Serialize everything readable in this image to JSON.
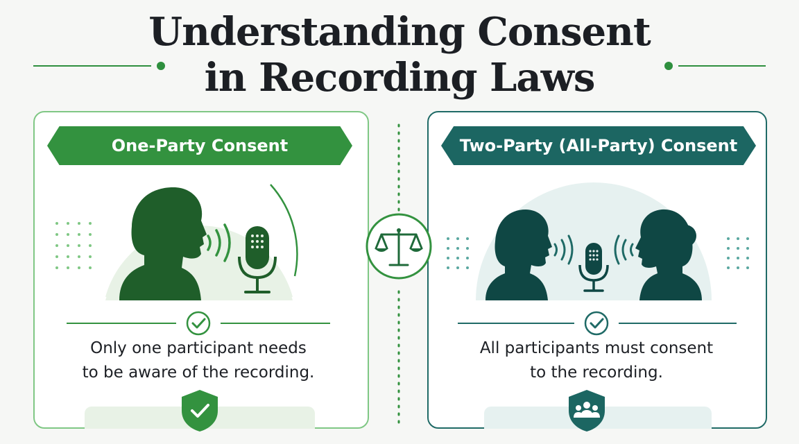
{
  "title": {
    "line1": "Understanding Consent",
    "line2": "in Recording Laws"
  },
  "left_panel": {
    "heading": "One-Party Consent",
    "description_line1": "Only one participant needs",
    "description_line2": "to be aware of the recording."
  },
  "right_panel": {
    "heading": "Two-Party (All-Party) Consent",
    "description_line1": "All participants must consent",
    "description_line2": "to the recording."
  },
  "colors": {
    "green": "#33923f",
    "dark_green": "#1f5e2a",
    "teal": "#1c6662",
    "dark_teal": "#0f4744",
    "text": "#1c1f24"
  },
  "icons": [
    "scales-icon",
    "microphone-icon",
    "check-icon",
    "shield-check-icon",
    "shield-group-icon"
  ]
}
